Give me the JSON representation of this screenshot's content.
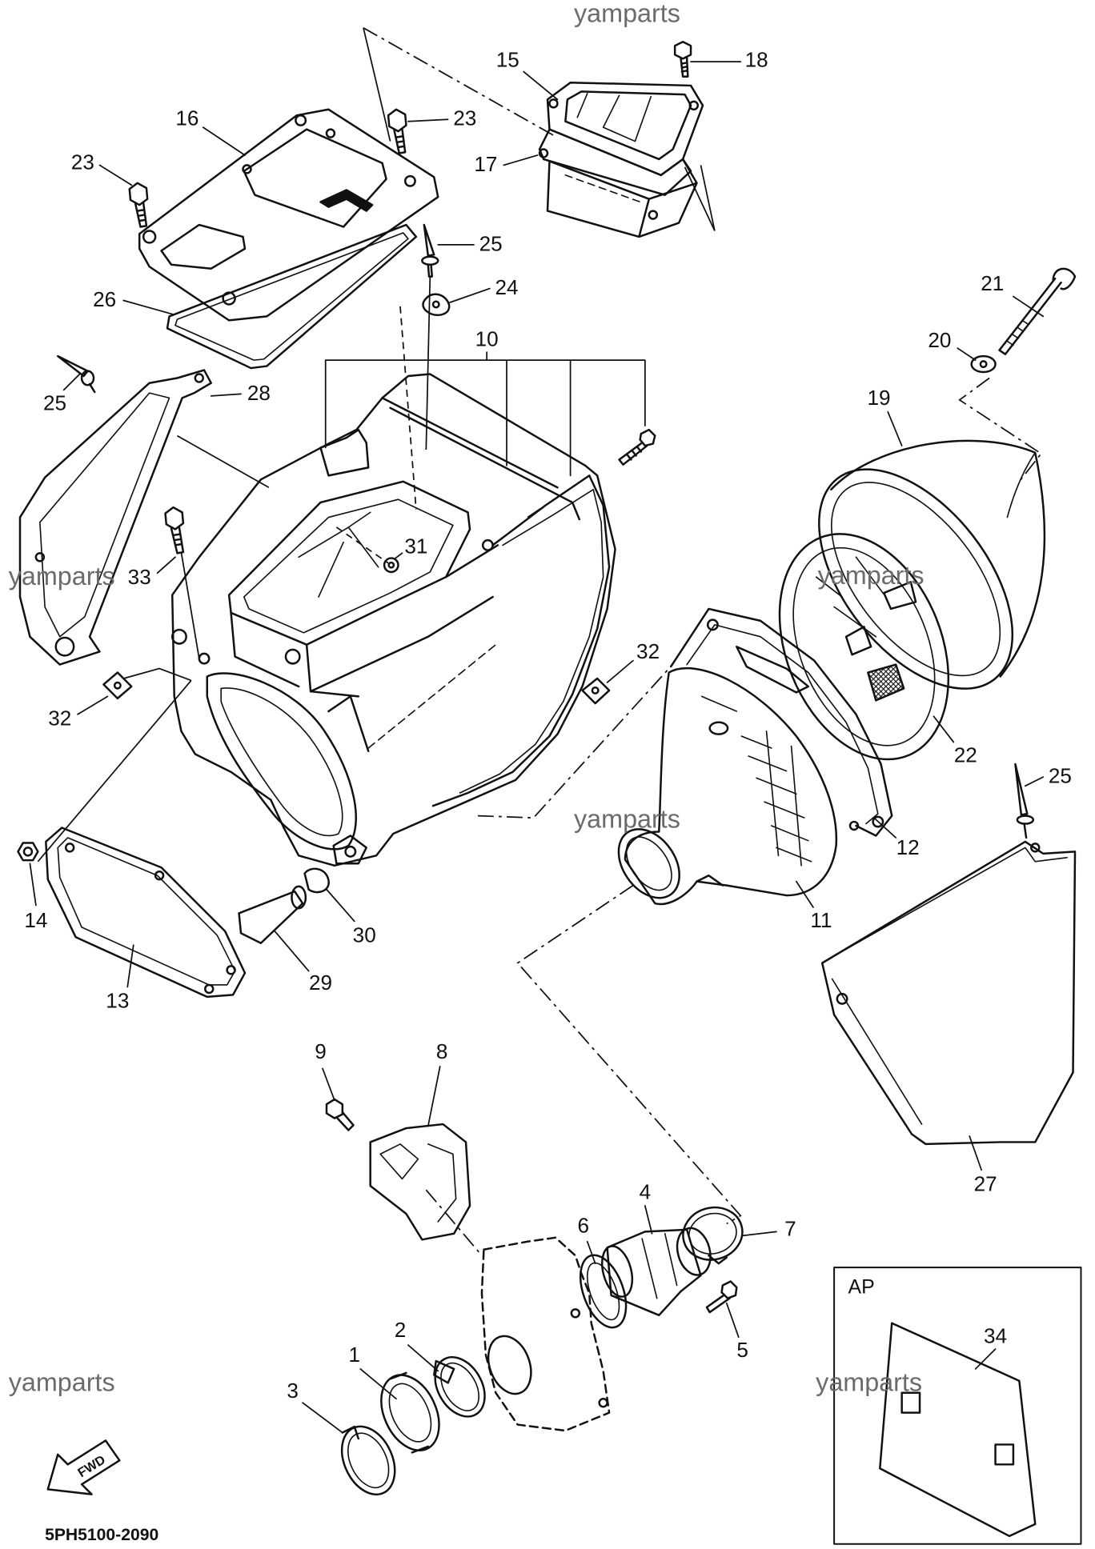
{
  "watermark": "yamparts",
  "diagram": {
    "code": "5PH5100-2090",
    "fwd_label": "FWD",
    "option_box_label": "AP"
  },
  "callouts": [
    "1",
    "2",
    "3",
    "4",
    "5",
    "6",
    "7",
    "8",
    "9",
    "10",
    "11",
    "12",
    "13",
    "14",
    "15",
    "16",
    "17",
    "18",
    "19",
    "20",
    "21",
    "22",
    "23",
    "24",
    "25",
    "26",
    "27",
    "28",
    "29",
    "30",
    "31",
    "32",
    "33",
    "34"
  ]
}
